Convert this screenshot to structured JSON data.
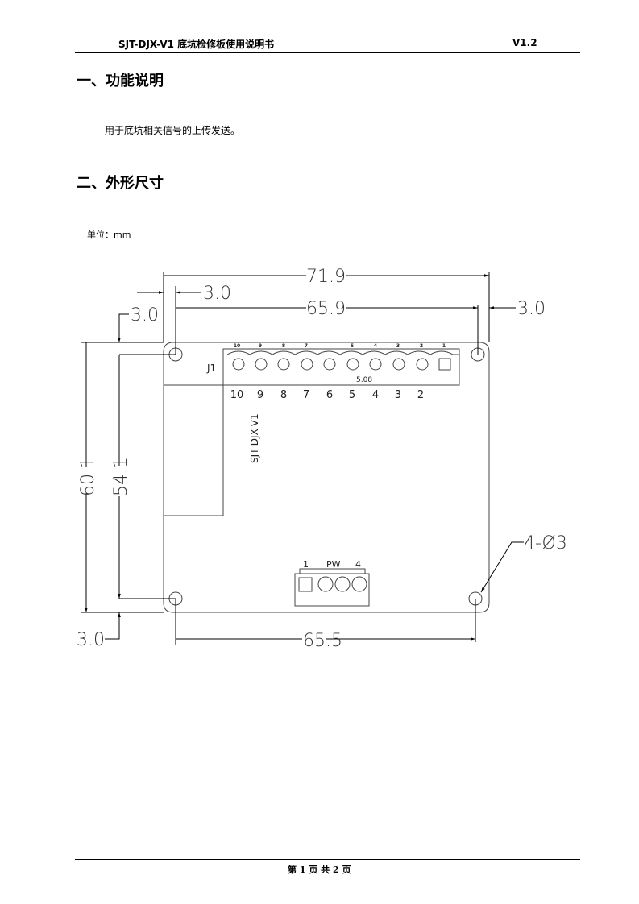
{
  "header": {
    "title": "SJT-DJX-V1 底坑检修板使用说明书",
    "version": "V1.2"
  },
  "sections": [
    {
      "heading": "一、功能说明",
      "text": "用于底坑相关信号的上传发送。"
    },
    {
      "heading": "二、外形尺寸",
      "unit_label": "单位：mm"
    }
  ],
  "drawing": {
    "dimensions": {
      "overall_width": "71.9",
      "hole_pitch_top": "65.9",
      "left_offset_top": "3.0",
      "right_offset": "3.0",
      "top_offset": "3.0",
      "overall_height": "60.1",
      "hole_pitch_vertical": "54.1",
      "bottom_offset": "3.0",
      "hole_pitch_bottom": "65.5",
      "holes": "4-Ø3"
    },
    "j1": {
      "label": "J1",
      "pitch": "5.08",
      "top_pins": [
        "10",
        "9",
        "8",
        "7",
        "5",
        "4",
        "3",
        "2",
        "1"
      ],
      "bottom_pins": [
        "10",
        "9",
        "8",
        "7",
        "6",
        "5",
        "4",
        "3",
        "2"
      ]
    },
    "board_name": "SJT-DJX-V1",
    "pw": {
      "label": "PW",
      "pin_first": "1",
      "pin_last": "4"
    }
  },
  "footer": {
    "page": "第 1 页 共 2 页"
  }
}
